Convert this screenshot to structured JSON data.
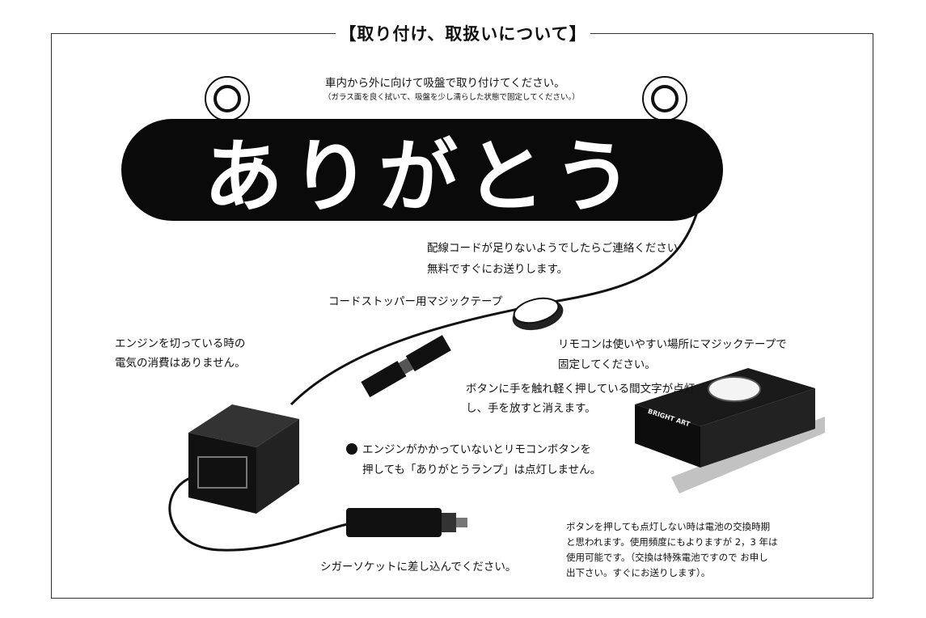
{
  "title": "【取り付け、取扱いについて】",
  "sign": {
    "word": "ありがとう"
  },
  "notes": {
    "mount_line1": "車内から外に向けて吸盤で取り付けてください。",
    "mount_line2": "（ガラス面を良く拭いて、吸盤を少し濡らした状態で固定してください。）",
    "cord_line1": "配線コードが足りないようでしたらご連絡ください",
    "cord_line2": "無料ですぐにお送りします。",
    "stopper": "コードストッパー用マジックテープ",
    "engine_line1": "エンジンを切っている時の",
    "engine_line2": "電気の消費はありません。",
    "remote_line1": "リモコンは使いやすい場所にマジックテープで",
    "remote_line2": "固定してください。",
    "button_line1": "ボタンに手を触れ軽く押している間文字が点灯",
    "button_line2": "し、手を放すと消えます。",
    "warning_line1": "エンジンがかかっていないとリモコンボタンを",
    "warning_line2": "押しても「ありがとうランプ」は点灯しません。",
    "socket": "シガーソケットに差し込んでください。",
    "battery_line1": "ボタンを押しても点灯しない時は電池の交換時期",
    "battery_line2": "と思われます。使用頻度にもよりますが 2，3 年は",
    "battery_line3": "使用可能です。（交換は特殊電池ですので お申し",
    "battery_line4": "出下さい。すぐにお送りします）。"
  },
  "remote_label": "BRIGHT ART",
  "colors": {
    "ink": "#111111",
    "paper": "#ffffff"
  }
}
